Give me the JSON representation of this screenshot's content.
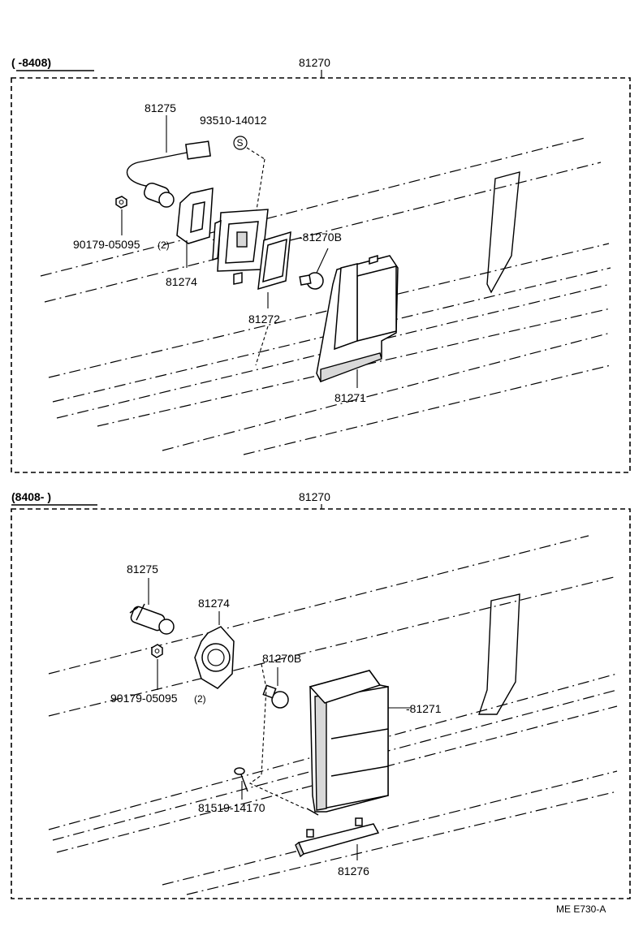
{
  "diagram": {
    "top_panel": {
      "range_label": "(      -8408)",
      "assembly_number": "81270",
      "parts": {
        "socket_wire": "81275",
        "screw_s": "93510-14012",
        "screw_s_symbol": "S",
        "nut": "90179-05095",
        "nut_qty": "(2)",
        "gasket": "81274",
        "lens_gasket": "81272",
        "bulb": "-81270B",
        "lamp_housing": "81271"
      }
    },
    "bottom_panel": {
      "range_label": "(8408-      )",
      "assembly_number": "81270",
      "parts": {
        "socket": "81275",
        "gasket": "81274",
        "bulb": "81270B",
        "nut": "90179-05095",
        "nut_qty": "(2)",
        "lamp_housing": "-81271",
        "screw": "81519-14170",
        "bracket": "81276"
      }
    },
    "footer_code": "ME  E730-A"
  }
}
